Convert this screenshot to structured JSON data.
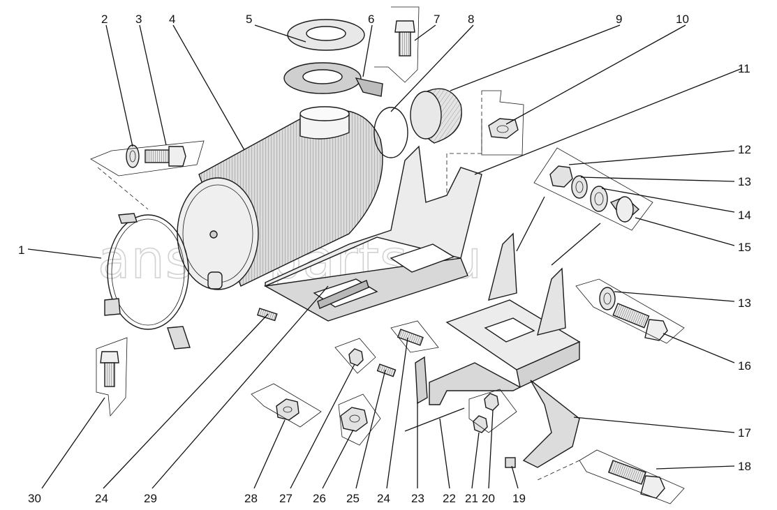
{
  "diagram": {
    "watermark": "ansat-parts.ru",
    "labels": [
      "1",
      "2",
      "3",
      "4",
      "5",
      "6",
      "7",
      "8",
      "9",
      "10",
      "11",
      "12",
      "13",
      "14",
      "15",
      "16",
      "17",
      "18",
      "19",
      "20",
      "21",
      "22",
      "23",
      "24",
      "25",
      "26",
      "27",
      "28",
      "29",
      "30"
    ],
    "labels_right_13b": "13",
    "labels_bottom_24b": "24"
  }
}
